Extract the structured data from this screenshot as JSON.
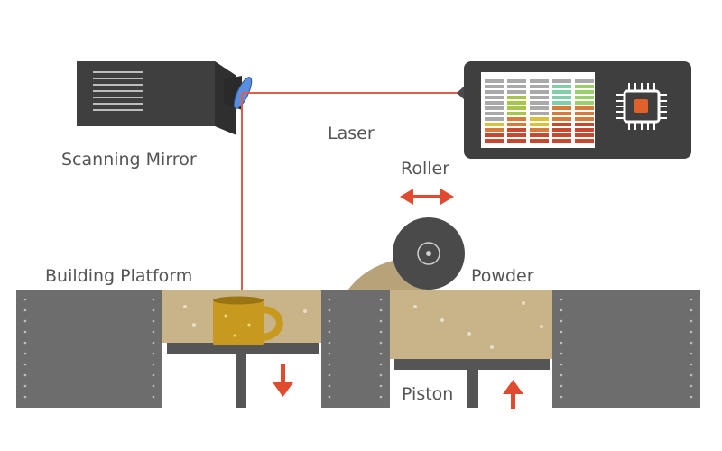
{
  "labels": {
    "scanning_mirror": "Scanning Mirror",
    "laser": "Laser",
    "roller": "Roller",
    "building_platform": "Building Platform",
    "powder": "Powder",
    "piston": "Piston"
  },
  "colors": {
    "laser_beam": "#d9604a",
    "arrow": "#e04a2f",
    "machine_dark": "#3f3f3f",
    "wall": "#6d6d6d",
    "powder": "#c9b48a",
    "mug": "#c8991f",
    "mirror": "#5a8ee0",
    "chip_core": "#e0622a"
  },
  "equalizer": {
    "column_heights": [
      0.35,
      0.78,
      0.45,
      0.88,
      0.92
    ],
    "column_top_colors": [
      "#d9c23a",
      "#a6c64a",
      "#d9c23a",
      "#7fd0a8",
      "#9ad06a"
    ]
  },
  "icons": {
    "mirror": "scanning-mirror-icon",
    "controller": "controller-box-icon",
    "chip": "chip-icon",
    "roller": "roller-icon",
    "mug": "mug-icon"
  }
}
